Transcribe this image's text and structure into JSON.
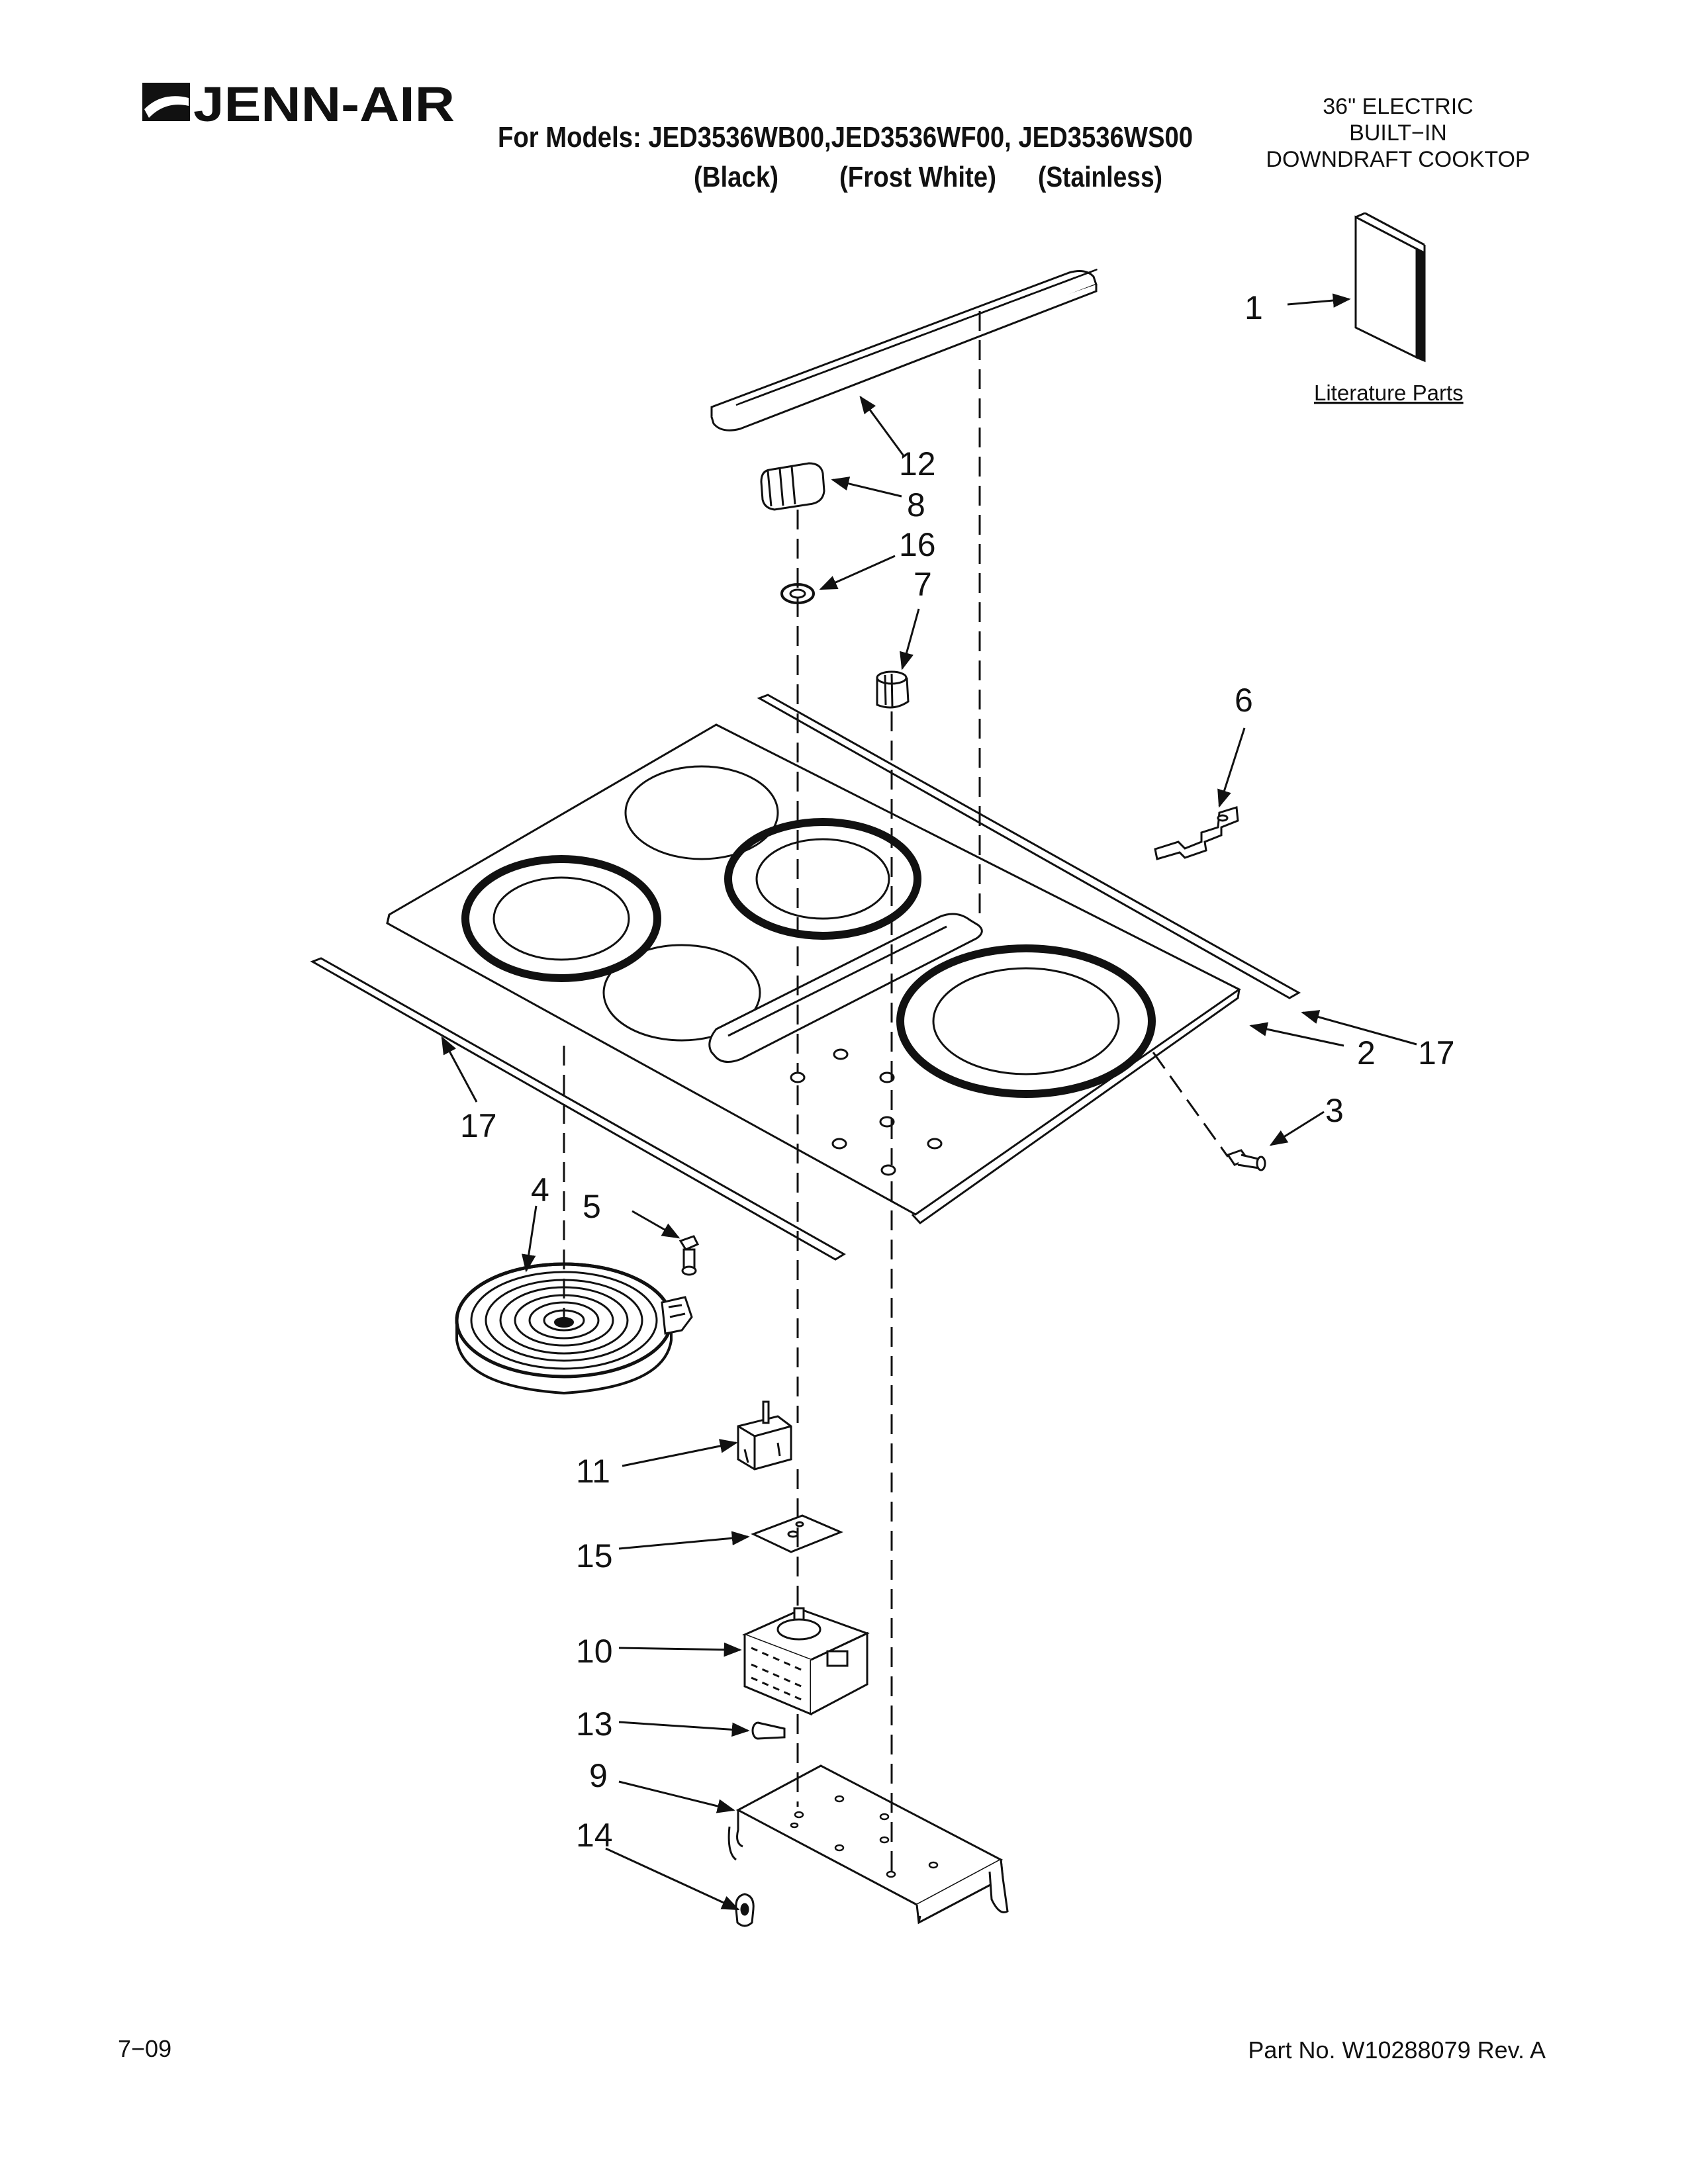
{
  "header": {
    "brand": "JENN-AIR",
    "models_line": "For Models: JED3536WB00,JED3536WF00, JED3536WS00",
    "color_black": "(Black)",
    "color_white": "(Frost White)",
    "color_stainless": "(Stainless)",
    "product_line1": "36\" ELECTRIC",
    "product_line2": "BUILT−IN",
    "product_line3": "DOWNDRAFT COOKTOP"
  },
  "literature_label": "Literature Parts",
  "callouts": {
    "c1": "1",
    "c2": "2",
    "c3": "3",
    "c4": "4",
    "c5": "5",
    "c6": "6",
    "c7": "7",
    "c8": "8",
    "c9": "9",
    "c10": "10",
    "c11": "11",
    "c12": "12",
    "c13": "13",
    "c14": "14",
    "c15": "15",
    "c16": "16",
    "c17a": "17",
    "c17b": "17"
  },
  "footer": {
    "date": "7−09",
    "part_no": "Part No. W10288079 Rev. A"
  }
}
